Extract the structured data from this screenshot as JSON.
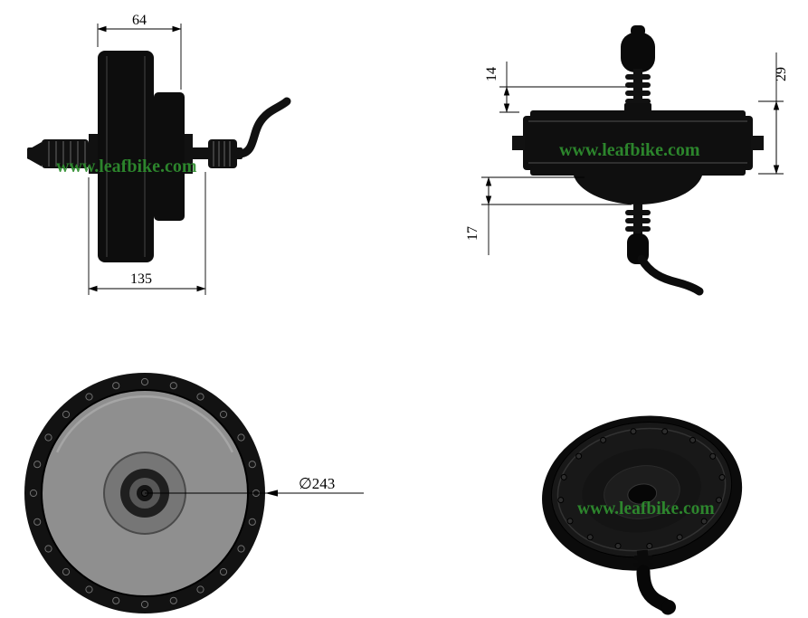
{
  "watermarks": {
    "side_view": "www.leafbike.com",
    "axial_view": "www.leafbike.com",
    "iso_view": "www.leafbike.com"
  },
  "dimensions": {
    "side_view": {
      "flange_width": "64",
      "hub_width": "135"
    },
    "axial_view": {
      "top_offset": "14",
      "side_height": "29",
      "bottom_offset": "17"
    },
    "front_view": {
      "diameter": "∅243"
    }
  },
  "colors": {
    "watermark": "#2f8f2f",
    "line": "#000000",
    "motor_black": "#111111",
    "cover_gray": "#8f8f8f"
  }
}
